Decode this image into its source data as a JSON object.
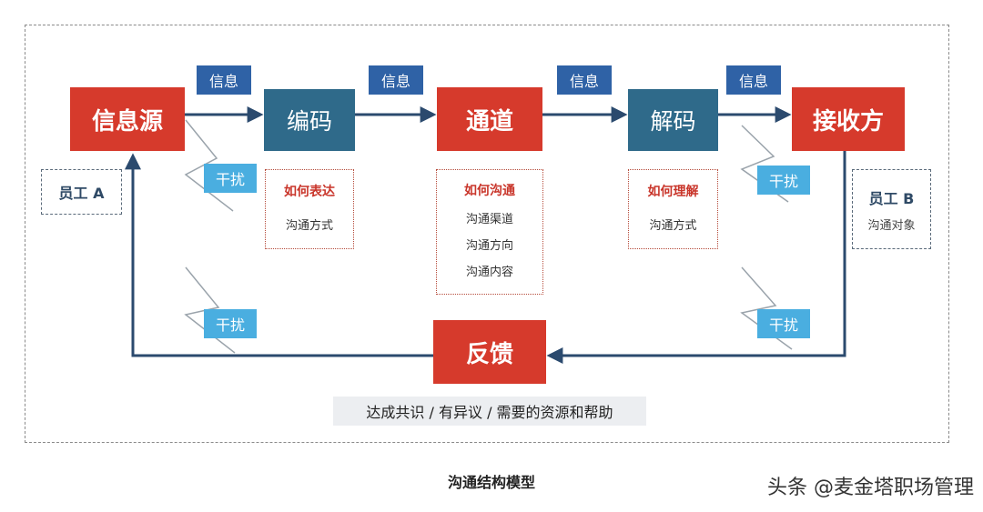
{
  "nodes": {
    "source": "信息源",
    "encode": "编码",
    "channel": "通道",
    "decode": "解码",
    "receiver": "接收方",
    "feedback": "反馈"
  },
  "message_tags": [
    "信息",
    "信息",
    "信息",
    "信息"
  ],
  "noise_label": "干扰",
  "notes": {
    "encode": {
      "head": "如何表达",
      "lines": [
        "沟通方式"
      ]
    },
    "channel": {
      "head": "如何沟通",
      "lines": [
        "沟通渠道",
        "沟通方向",
        "沟通内容"
      ]
    },
    "decode": {
      "head": "如何理解",
      "lines": [
        "沟通方式"
      ]
    }
  },
  "employees": {
    "a": {
      "name": "员工 A"
    },
    "b": {
      "name": "员工 B",
      "sub": "沟通对象"
    }
  },
  "feedback_outcome": "达成共识 / 有异议 /  需要的资源和帮助",
  "caption": "沟通结构模型",
  "watermark": "头条 @麦金塔职场管理",
  "colors": {
    "red_node": "#d63a2c",
    "teal_node": "#2f6a8a",
    "tag_blue": "#2f62a6",
    "noise_blue": "#4aaee0",
    "arrow": "#2b4a6e"
  }
}
